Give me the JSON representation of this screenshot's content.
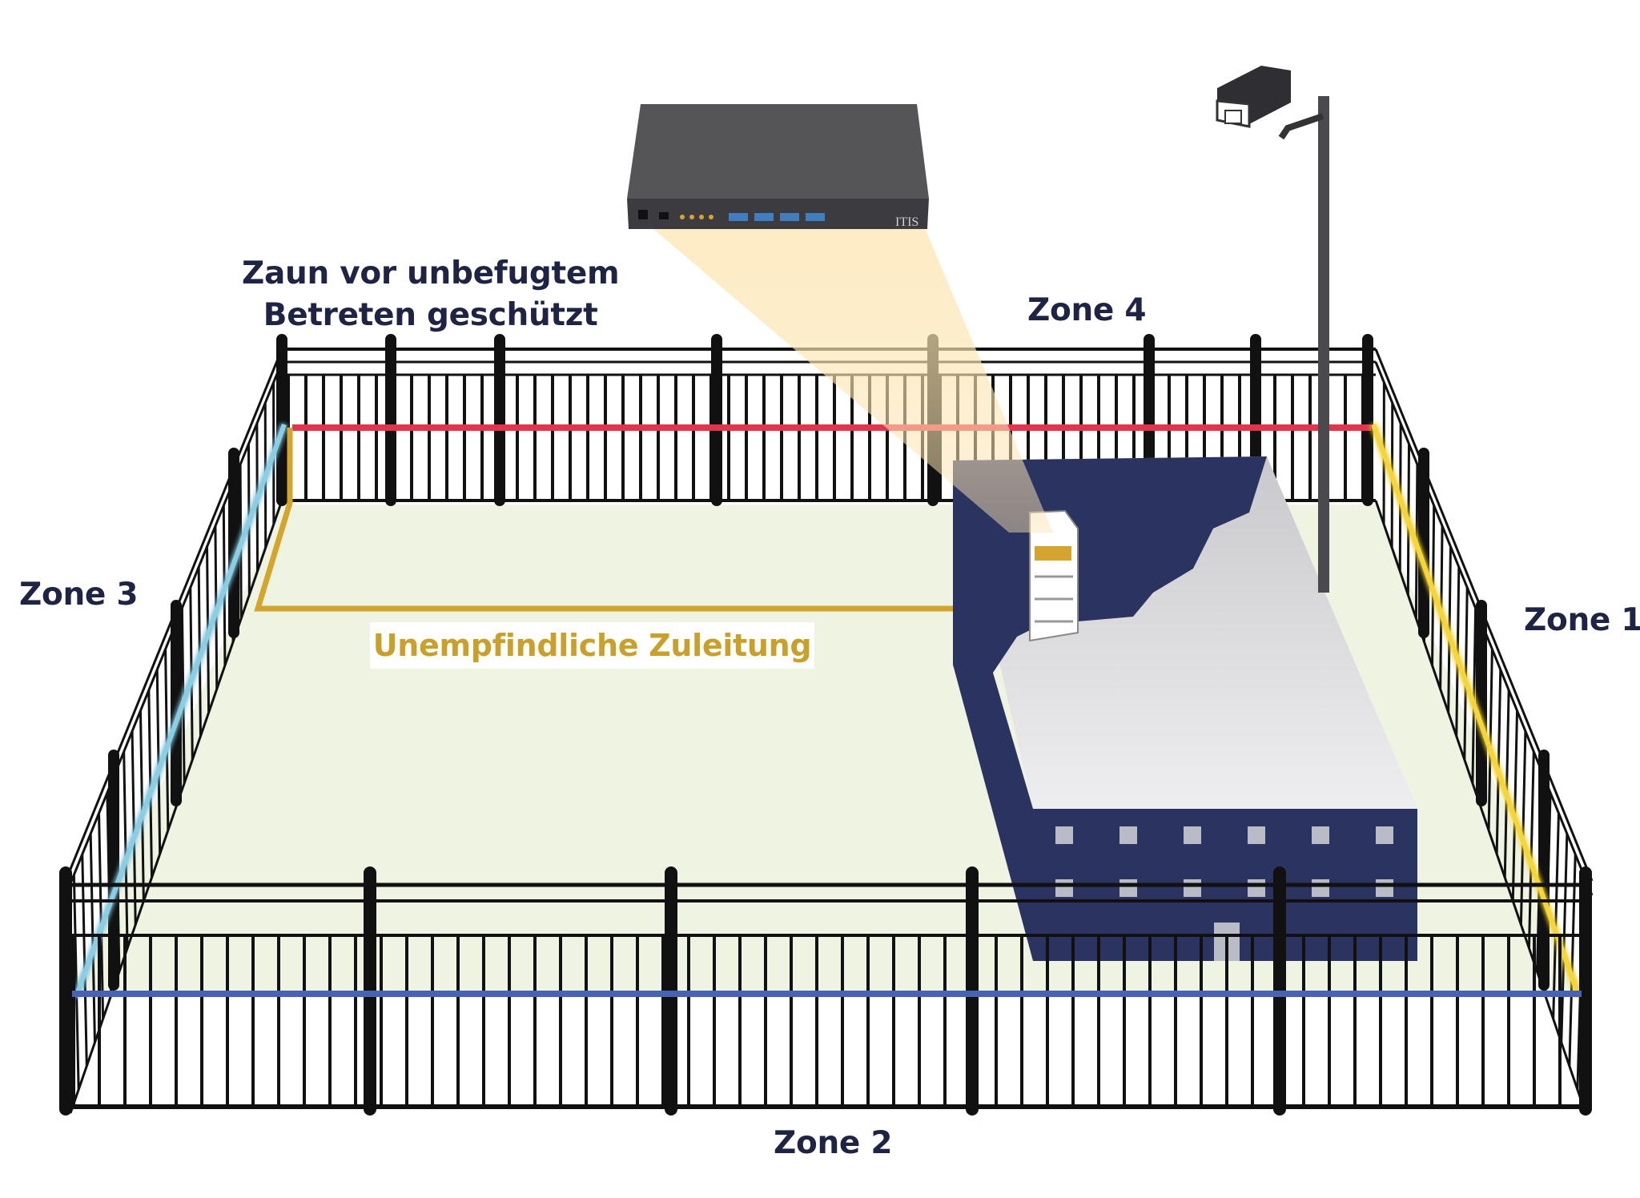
{
  "labels": {
    "fence_line1": "Zaun vor unbefugtem",
    "fence_line2": "Betreten geschützt",
    "zone4": "Zone 4",
    "zone3": "Zone 3",
    "zone1": "Zone 1",
    "zone2": "Zone 2",
    "insensitive_feed": "Unempfindliche Zuleitung"
  },
  "device": {
    "logo": "ITIS"
  },
  "colors": {
    "zone4": "#d8233f",
    "zone3": "#7cc3dd",
    "zone1": "#f1cf2e",
    "zone2": "#3d55a6",
    "feed": "#d4a52c",
    "building": "#2b3361",
    "ground": "#eef3e2",
    "label_text": "#1f2444"
  },
  "icons": [
    "rack-device-icon",
    "security-camera-icon",
    "building-icon",
    "server-cabinet-icon"
  ]
}
